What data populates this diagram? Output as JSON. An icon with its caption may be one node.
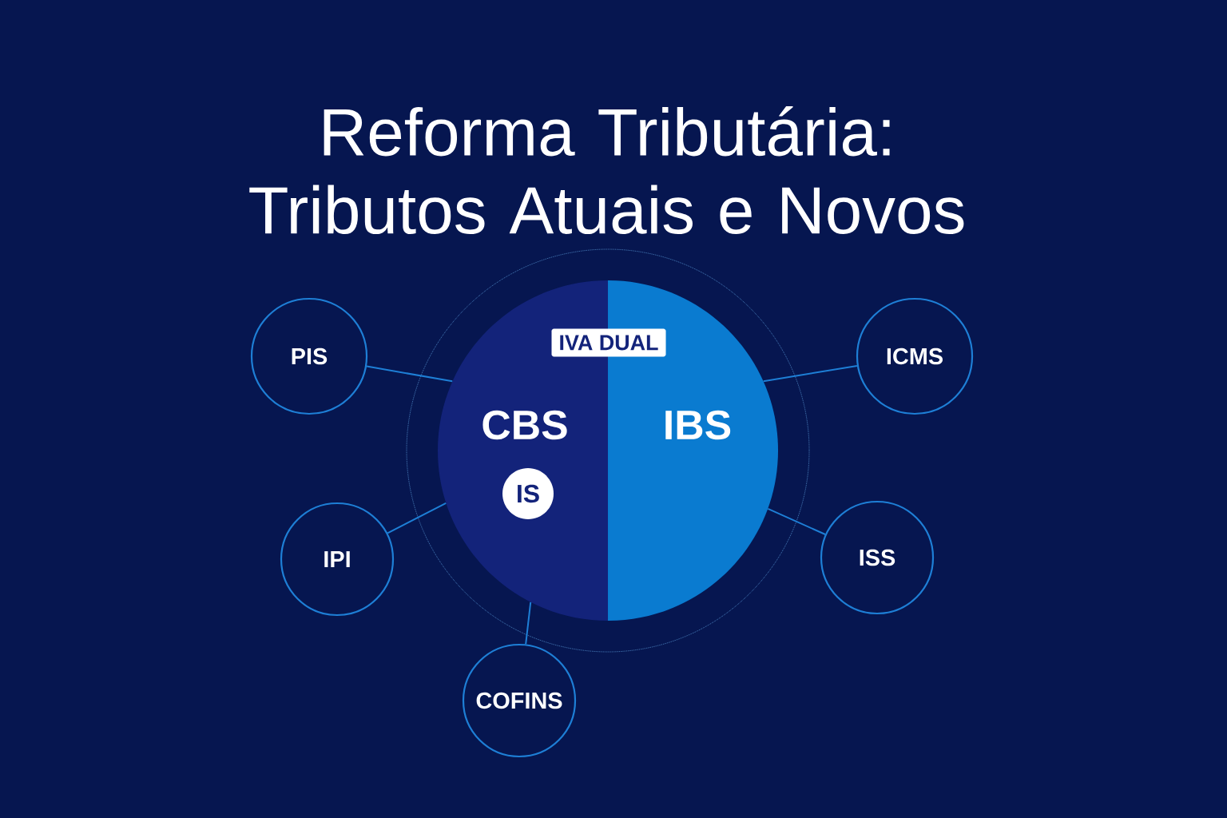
{
  "diagram": {
    "title": "Reforma Tributária: Tributos Atuais e Novos",
    "nodes": [
      {
        "text": [
          "CBS"
        ]
      },
      {
        "text": [
          "IBS"
        ]
      },
      {
        "text": [
          "IVA DUAL"
        ]
      },
      {
        "text": [
          "IS"
        ],
        "in": 0
      },
      {
        "text": [
          "PIS"
        ]
      },
      {
        "text": [
          "IPI"
        ]
      },
      {
        "text": [
          "COFINS"
        ]
      },
      {
        "text": [
          "ICMS"
        ]
      },
      {
        "text": [
          "ISS"
        ]
      }
    ],
    "edges": [
      {
        "from": 4,
        "to": 0,
        "arrow": "none"
      },
      {
        "from": 5,
        "to": 0,
        "arrow": "none"
      },
      {
        "from": 6,
        "to": 0,
        "arrow": "none"
      },
      {
        "from": 7,
        "to": 1,
        "arrow": "none"
      },
      {
        "from": 8,
        "to": 1,
        "arrow": "none"
      }
    ]
  }
}
